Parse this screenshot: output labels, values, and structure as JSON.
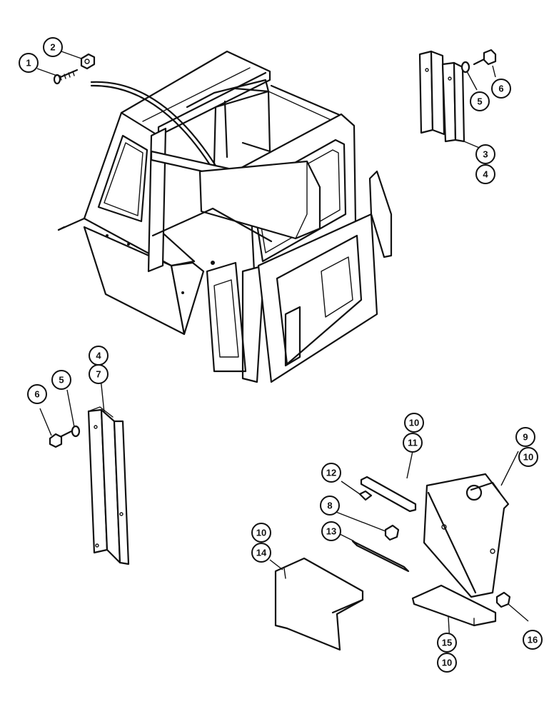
{
  "callouts": [
    {
      "id": "c1",
      "label": "1"
    },
    {
      "id": "c2",
      "label": "2"
    },
    {
      "id": "c3",
      "label": "3"
    },
    {
      "id": "c4a",
      "label": "4"
    },
    {
      "id": "c5a",
      "label": "5"
    },
    {
      "id": "c6a",
      "label": "6"
    },
    {
      "id": "c4b",
      "label": "4"
    },
    {
      "id": "c7",
      "label": "7"
    },
    {
      "id": "c5b",
      "label": "5"
    },
    {
      "id": "c6b",
      "label": "6"
    },
    {
      "id": "c10a",
      "label": "10"
    },
    {
      "id": "c11",
      "label": "11"
    },
    {
      "id": "c9",
      "label": "9"
    },
    {
      "id": "c10b",
      "label": "10"
    },
    {
      "id": "c12",
      "label": "12"
    },
    {
      "id": "c8",
      "label": "8"
    },
    {
      "id": "c13",
      "label": "13"
    },
    {
      "id": "c10c",
      "label": "10"
    },
    {
      "id": "c14",
      "label": "14"
    },
    {
      "id": "c15",
      "label": "15"
    },
    {
      "id": "c10d",
      "label": "10"
    },
    {
      "id": "c16",
      "label": "16"
    }
  ]
}
